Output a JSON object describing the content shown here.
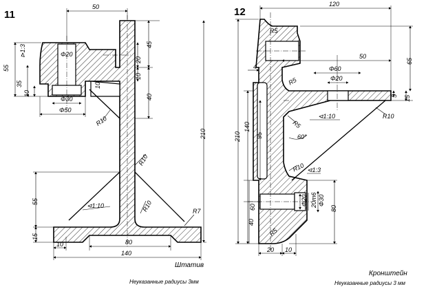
{
  "figure_11": {
    "number": "11",
    "title": "Штатив",
    "note": "Неуказанные радиусы 3мм",
    "dims": {
      "top_50": "50",
      "d20": "Φ20",
      "d30": "Φ30",
      "d50": "Φ50",
      "h55": "55",
      "h35": "35",
      "h10_left": "10",
      "slope": "⊳1:3",
      "r10_web": "R10",
      "v20": "20",
      "v45": "45",
      "v10": "10",
      "v40": "40",
      "v10_inner": "10",
      "h210": "210",
      "r10_mid": "R10",
      "h55_low": "55",
      "taper": "⊲1:10",
      "r10_low": "R10",
      "r7": "R7",
      "h15": "15",
      "w10": "10",
      "w80": "80",
      "w140": "140"
    }
  },
  "figure_12": {
    "number": "12",
    "title": "Кронштейн",
    "note": "Неуказанные радиусы 3 мм",
    "dims": {
      "w120": "120",
      "r5_top": "R5",
      "h65": "65",
      "w50": "50",
      "d60": "Φ60",
      "d20": "Φ20",
      "w4": "4",
      "r5_mid": "R5",
      "h5": "5",
      "h15": "15",
      "r5_web": "R5",
      "taper": "⊲1:10",
      "r10_arm": "R10",
      "h210": "210",
      "h140": "140",
      "h95": "95",
      "angle60": "60°",
      "r10_low": "R10",
      "slope": "⊲1:3",
      "d20_low": "Φ20",
      "d20_thread": "20m6",
      "d30": "Φ30",
      "h80": "80",
      "h60": "60",
      "h40": "40",
      "r5_bottom": "R5",
      "w20": "20",
      "w10": "10"
    }
  }
}
